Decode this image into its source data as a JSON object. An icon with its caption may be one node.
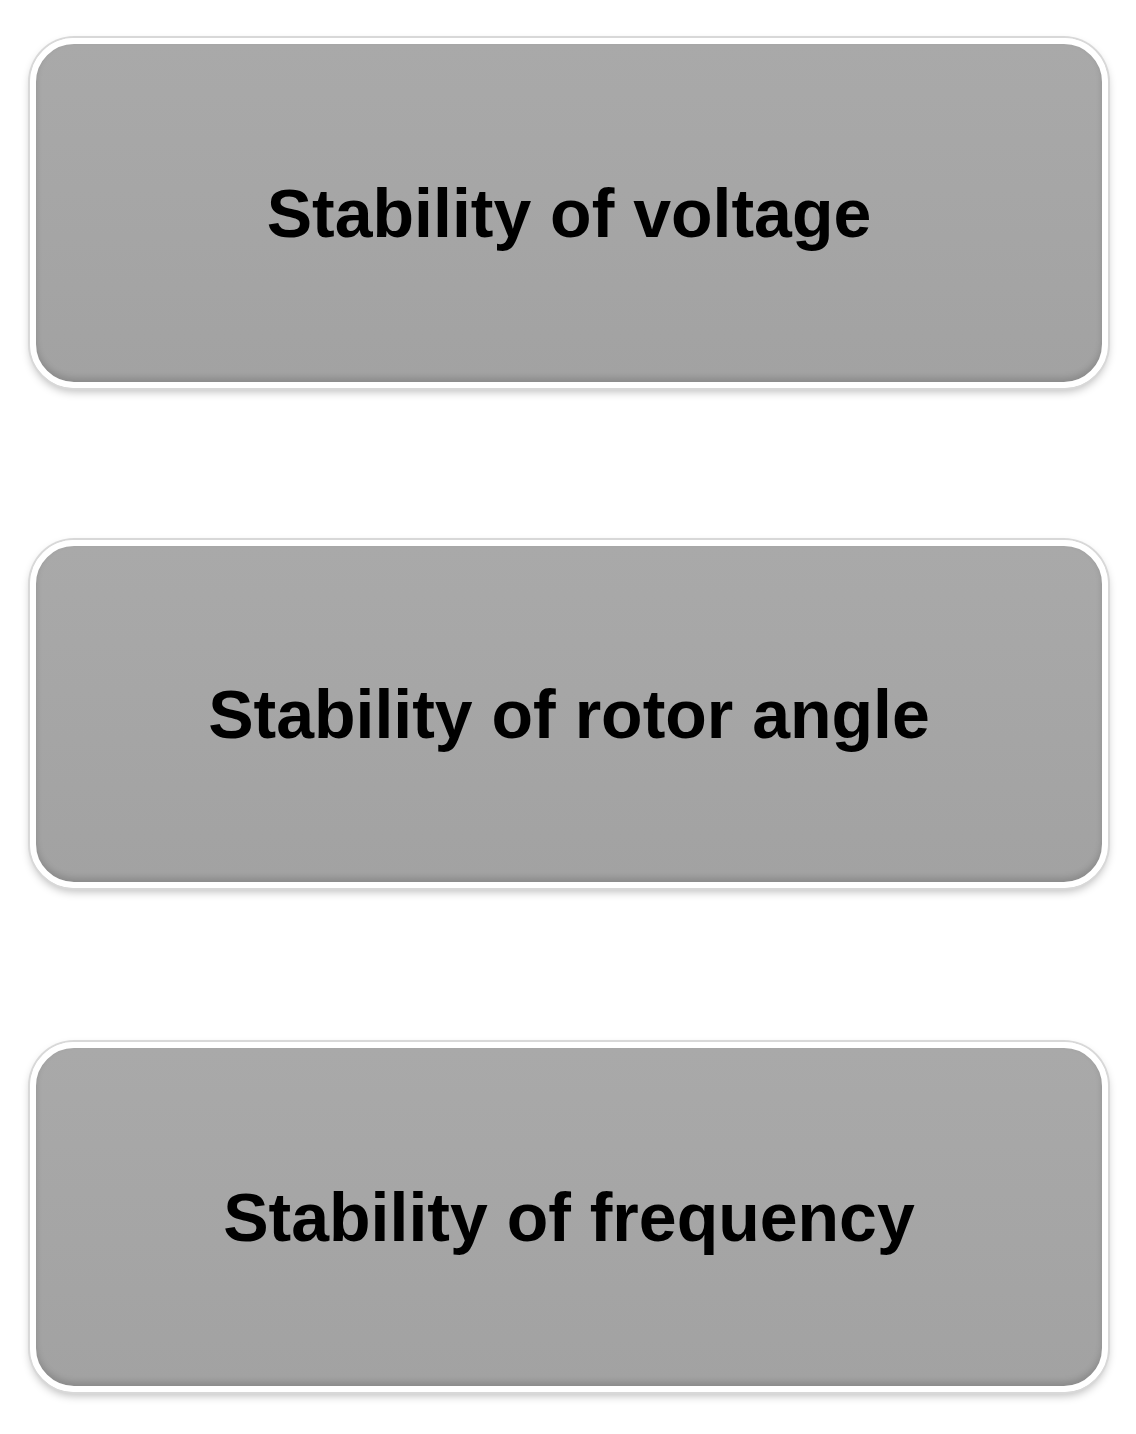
{
  "diagram": {
    "nodes": [
      {
        "text": [
          "Stability of voltage"
        ]
      },
      {
        "text": [
          "Stability of rotor angle"
        ]
      },
      {
        "text": [
          "Stability of frequency"
        ]
      }
    ]
  }
}
